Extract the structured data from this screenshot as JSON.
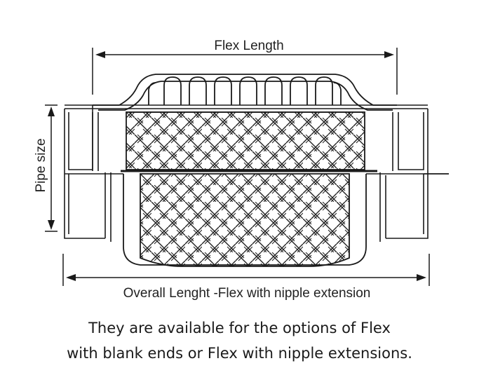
{
  "diagram": {
    "labels": {
      "flex_length": "Flex Length",
      "pipe_size": "Pipe size",
      "overall_length": "Overall Lenght -Flex with nipple extension"
    },
    "colors": {
      "line": "#1a1a1a",
      "background": "#ffffff"
    }
  },
  "caption": {
    "line1": "They are available for the options of Flex",
    "line2": "with blank ends or Flex with nipple extensions."
  }
}
